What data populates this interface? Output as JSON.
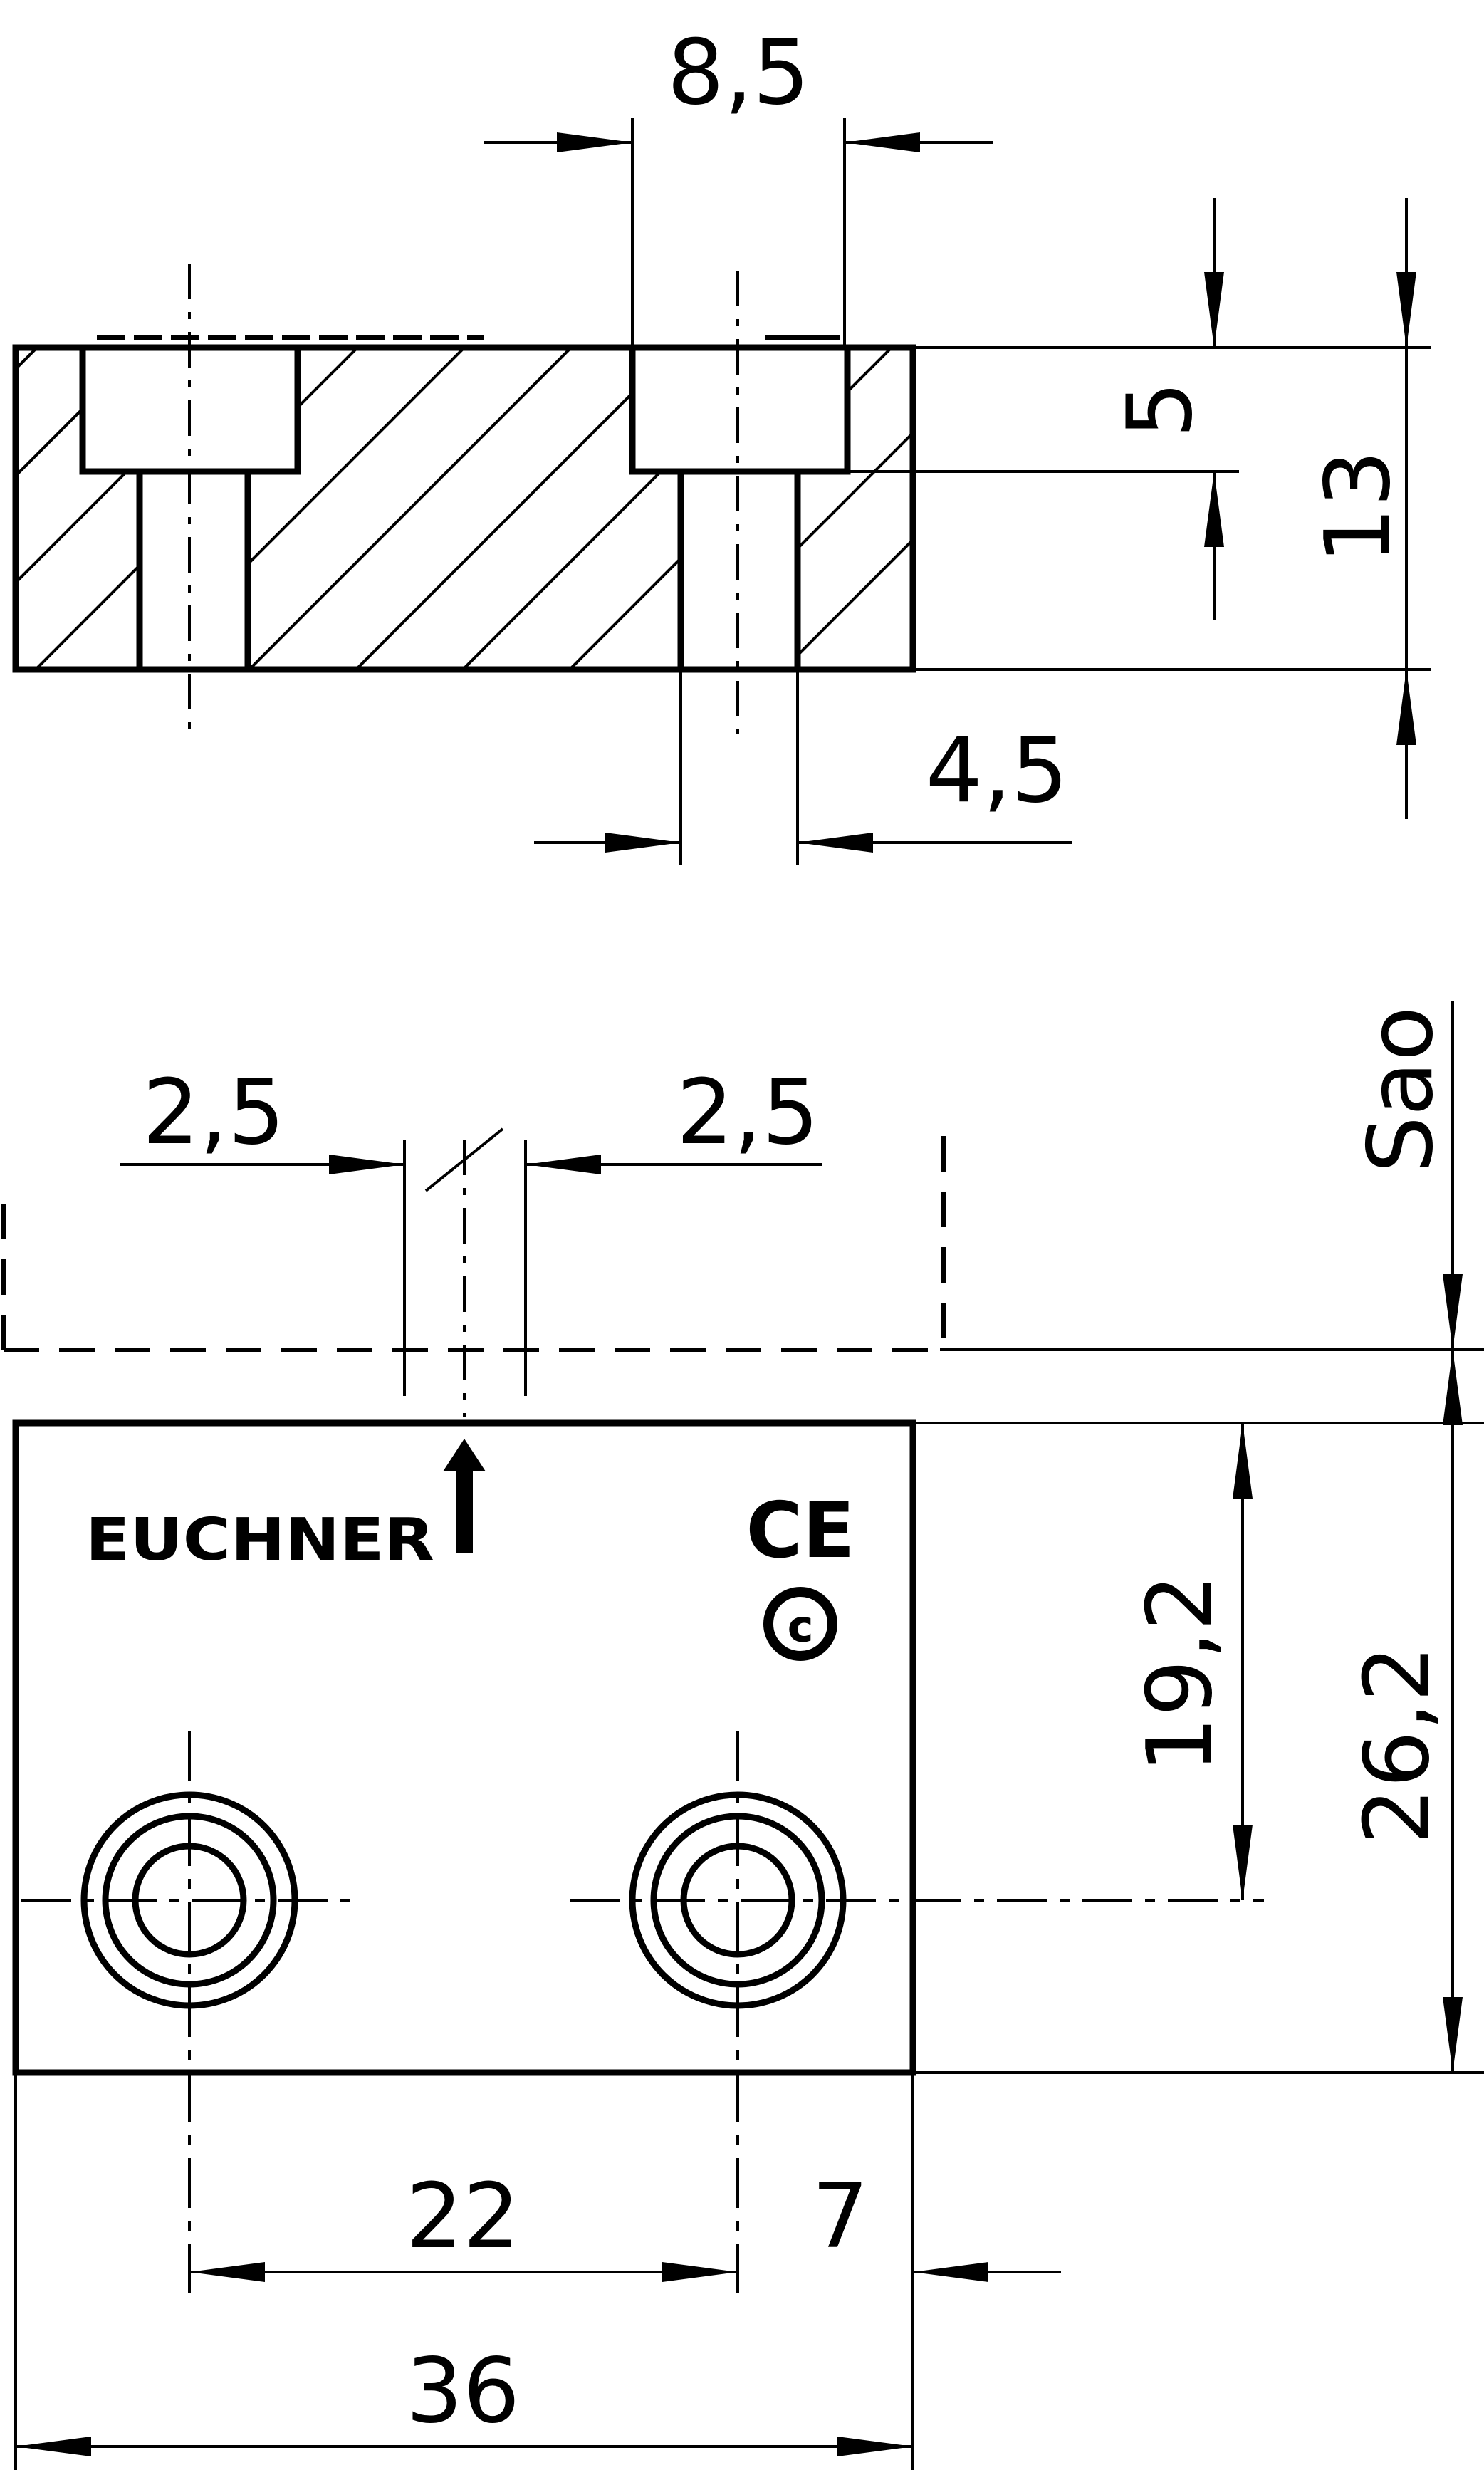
{
  "top_view": {
    "dim_bore_width": "8,5",
    "dim_counterbore_depth": "5",
    "dim_total_height": "13",
    "dim_hole_diameter": "4,5"
  },
  "front_view": {
    "dim_offset_left": "2,5",
    "dim_offset_right": "2,5",
    "dim_sao": "Sao",
    "dim_hole_height": "19,2",
    "dim_total_height": "26,2",
    "dim_hole_spacing": "22",
    "dim_edge_offset": "7",
    "dim_total_width": "36",
    "logo": "EUCHNER",
    "ce_mark": "CE"
  }
}
